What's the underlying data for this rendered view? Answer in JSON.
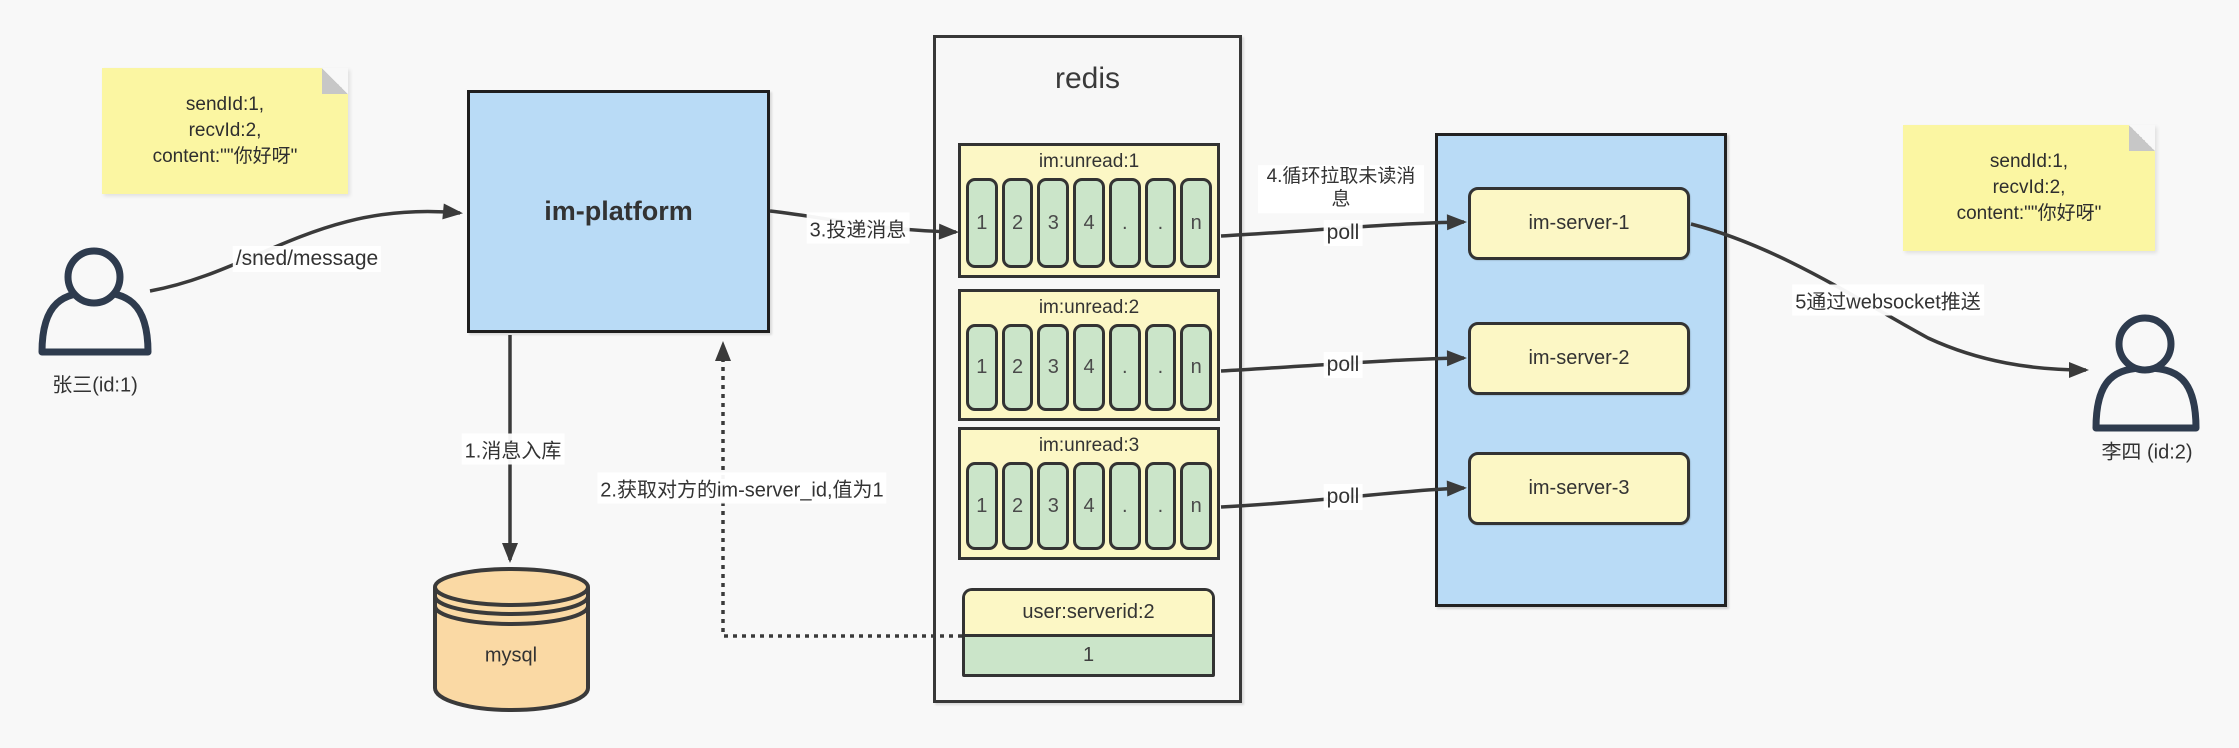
{
  "colors": {
    "background": "#f8f8f8",
    "node_blue": "#b9dbf6",
    "note_yellow": "#fbf6a2",
    "box_yellow": "#fcf7c5",
    "cell_green": "#cbe5c9",
    "db_orange": "#fad9a4",
    "border_dark": "#333333",
    "edge_dark": "#3a3a3a"
  },
  "actors": {
    "sender": {
      "label": "张三(id:1)"
    },
    "receiver": {
      "label": "李四 (id:2)"
    }
  },
  "notes": {
    "left": {
      "line1": "sendId:1,",
      "line2": "recvId:2,",
      "line3": "content:\"\"你好呀\""
    },
    "right": {
      "line1": "sendId:1,",
      "line2": "recvId:2,",
      "line3": "content:\"\"你好呀\""
    }
  },
  "platform": {
    "label": "im-platform"
  },
  "mysql": {
    "label": "mysql"
  },
  "redis": {
    "title": "redis",
    "queues": [
      {
        "title": "im:unread:1",
        "cells": [
          "1",
          "2",
          "3",
          "4",
          ".",
          ".",
          "n"
        ]
      },
      {
        "title": "im:unread:2",
        "cells": [
          "1",
          "2",
          "3",
          "4",
          ".",
          ".",
          "n"
        ]
      },
      {
        "title": "im:unread:3",
        "cells": [
          "1",
          "2",
          "3",
          "4",
          ".",
          ".",
          "n"
        ]
      }
    ],
    "kv": {
      "title": "user:serverid:2",
      "value": "1"
    }
  },
  "servers": {
    "items": [
      {
        "label": "im-server-1"
      },
      {
        "label": "im-server-2"
      },
      {
        "label": "im-server-3"
      }
    ]
  },
  "edges": {
    "send": "/sned/message",
    "step1": "1.消息入库",
    "step2": "2.获取对方的im-server_id,值为1",
    "step3": "3.投递消息",
    "step4": "4.循环拉取未读消息",
    "step5": "5通过websocket推送",
    "poll": "poll"
  }
}
